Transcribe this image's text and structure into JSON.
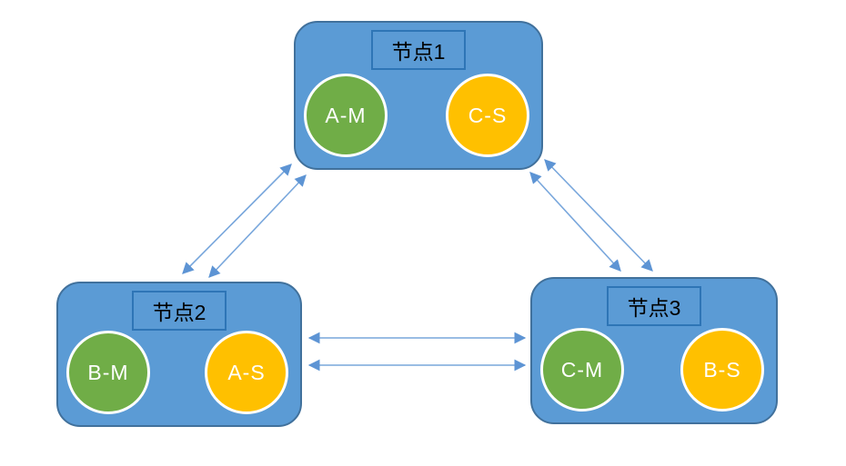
{
  "diagram": {
    "kind": "three-node master-slave cluster topology",
    "background": "#ffffff"
  },
  "colors": {
    "node_fill": "#5b9bd5",
    "node_border": "#41719c",
    "label_box_border": "#2e75b6",
    "master_circle": "#70ad47",
    "slave_circle": "#ffc000",
    "circle_text": "#ffffff",
    "label_text": "#000000",
    "arrow": "#79a7dc"
  },
  "nodes": [
    {
      "label": "节点1",
      "circles": [
        {
          "text": "A-M",
          "role": "master",
          "color": "#70ad47"
        },
        {
          "text": "C-S",
          "role": "slave",
          "color": "#ffc000"
        }
      ]
    },
    {
      "label": "节点2",
      "circles": [
        {
          "text": "B-M",
          "role": "master",
          "color": "#70ad47"
        },
        {
          "text": "A-S",
          "role": "slave",
          "color": "#ffc000"
        }
      ]
    },
    {
      "label": "节点3",
      "circles": [
        {
          "text": "C-M",
          "role": "master",
          "color": "#70ad47"
        },
        {
          "text": "B-S",
          "role": "slave",
          "color": "#ffc000"
        }
      ]
    }
  ],
  "edges": [
    {
      "from": "节点2",
      "to": "节点1",
      "style": "double-headed",
      "lines": 2
    },
    {
      "from": "节点1",
      "to": "节点3",
      "style": "double-headed",
      "lines": 2
    },
    {
      "from": "节点2",
      "to": "节点3",
      "style": "double-headed",
      "lines": 2
    }
  ]
}
